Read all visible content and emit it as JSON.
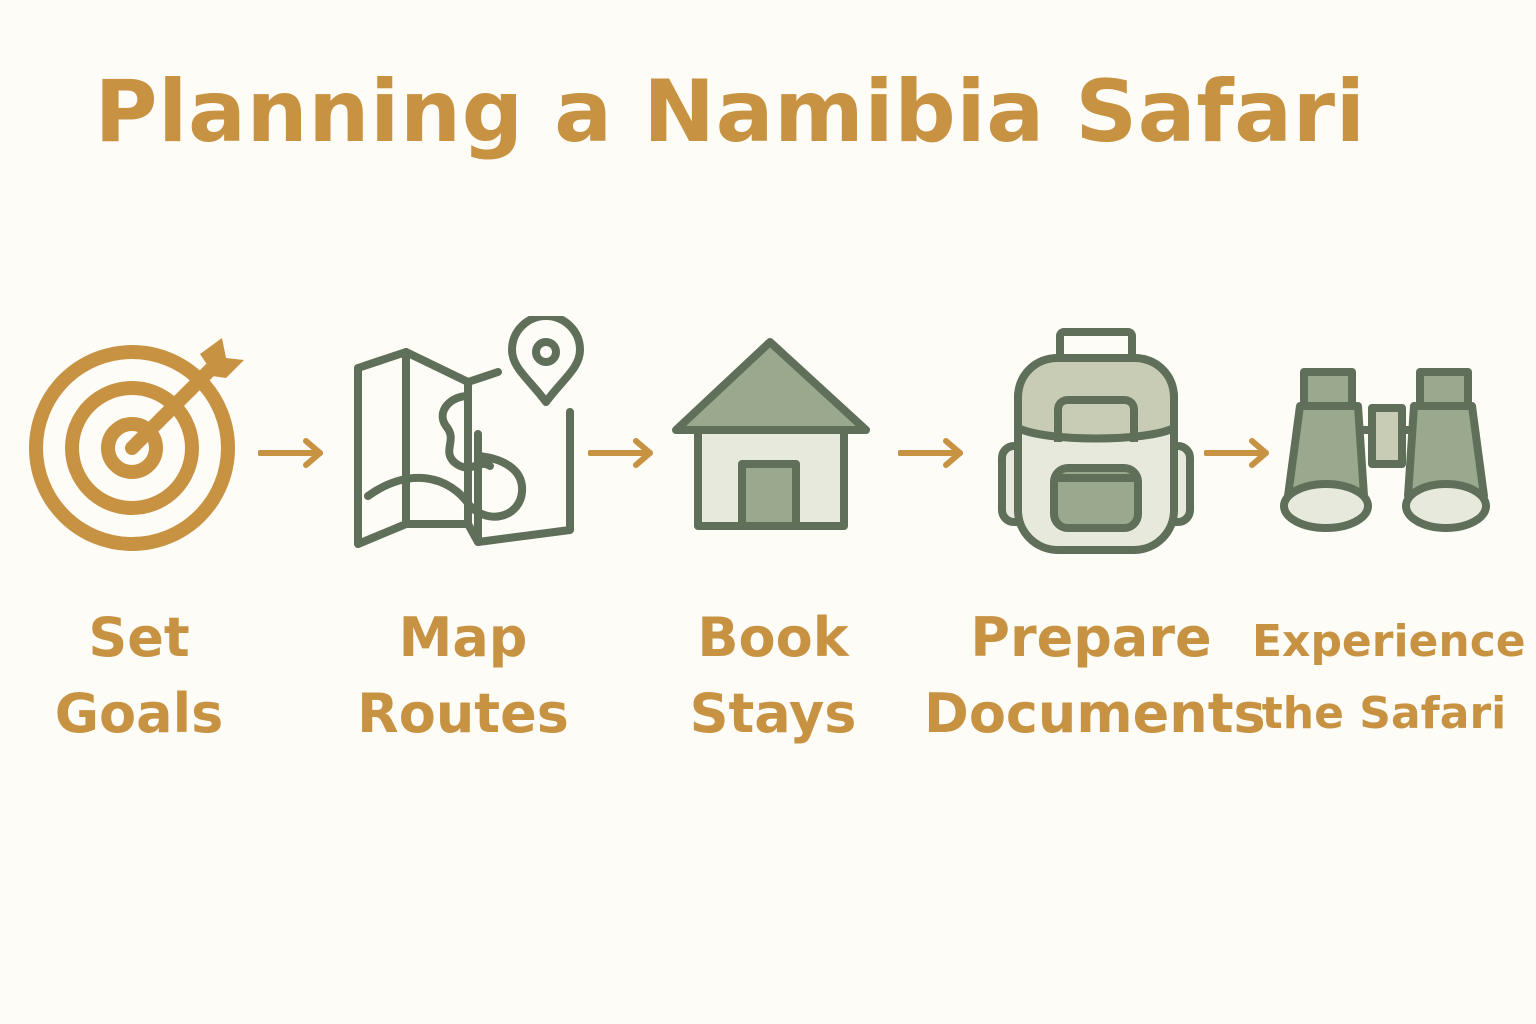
{
  "title": "Planning a Namibia Safari",
  "colors": {
    "accent": "#c79343",
    "icon_stroke": "#5f6f5a",
    "icon_fill": "#9aa88e",
    "icon_fill_light": "#e8e9dd",
    "background": "#fdfcf7"
  },
  "steps": [
    {
      "icon": "target-icon",
      "line1": "Set",
      "line2": "Goals"
    },
    {
      "icon": "map-icon",
      "line1": "Map",
      "line2": "Routes"
    },
    {
      "icon": "house-icon",
      "line1": "Book",
      "line2": "Stays"
    },
    {
      "icon": "backpack-icon",
      "line1": "Prepare",
      "line2": "Documents"
    },
    {
      "icon": "binoculars-icon",
      "line1": "Experience",
      "line2": "the Safari"
    }
  ]
}
